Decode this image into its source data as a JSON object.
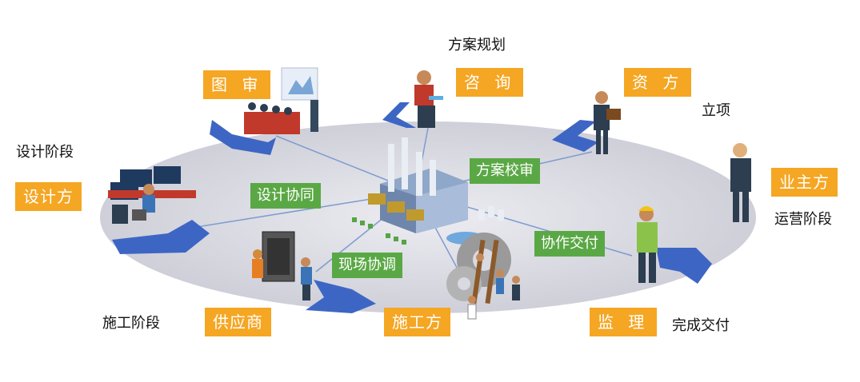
{
  "phases": {
    "plan": "方案规划",
    "setup": "立项",
    "design": "设计阶段",
    "operate": "运营阶段",
    "construct": "施工阶段",
    "deliver": "完成交付"
  },
  "roles": {
    "review": "图 审",
    "consult": "咨 询",
    "invest": "资 方",
    "designer": "设计方",
    "owner": "业主方",
    "supplier": "供应商",
    "builder": "施工方",
    "supervise": "监 理"
  },
  "activities": {
    "design_collab": "设计协同",
    "scheme_review": "方案校审",
    "site_coord": "现场协调",
    "work_handover": "协作交付"
  },
  "colors": {
    "ellipse": "#d9d9e1",
    "arrow": "#3d66c4",
    "role_label_bg": "#f5a623",
    "activity_label_bg": "#5aa845"
  }
}
